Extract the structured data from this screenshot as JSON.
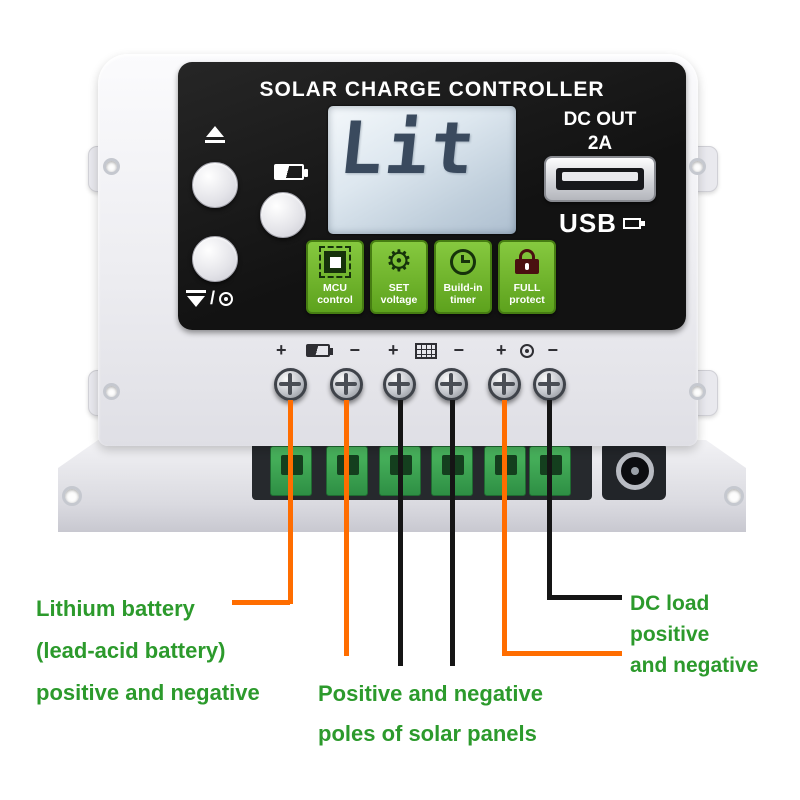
{
  "colors": {
    "annotation_green": "#2c9a2c",
    "wire_orange": "#ff6d00",
    "wire_black": "#151515",
    "badge_green": "#6fb52f",
    "panel_black": "#151515",
    "lcd_blue": "#cfdbe6"
  },
  "device": {
    "title": "SOLAR CHARGE CONTROLLER",
    "lcd_text": "Lit",
    "dc_out_line1": "DC OUT",
    "dc_out_line2": "2A",
    "usb_label": "USB",
    "badges": [
      {
        "icon": "mcu-chip-icon",
        "line1": "MCU",
        "line2": "control"
      },
      {
        "icon": "gear-icon",
        "line1": "SET",
        "line2": "voltage"
      },
      {
        "icon": "clock-icon",
        "line1": "Build-in",
        "line2": "timer"
      },
      {
        "icon": "lock-icon",
        "line1": "FULL",
        "line2": "protect"
      }
    ],
    "terminal_groups": [
      {
        "name": "battery",
        "plus": "+",
        "minus": "−",
        "icon": "battery-icon"
      },
      {
        "name": "solar-panel",
        "plus": "+",
        "minus": "−",
        "icon": "solar-panel-icon"
      },
      {
        "name": "load",
        "plus": "+",
        "minus": "−",
        "icon": "lamp-icon"
      }
    ]
  },
  "icons": {
    "gear_glyph": "⚙",
    "slash": "/"
  },
  "annotations": {
    "left": {
      "lines": [
        "Lithium battery",
        "(lead-acid battery)",
        "positive and negative"
      ]
    },
    "middle": {
      "lines": [
        "Positive and negative",
        "poles of solar panels"
      ]
    },
    "right": {
      "lines": [
        "DC load",
        "positive",
        "and negative"
      ]
    }
  }
}
